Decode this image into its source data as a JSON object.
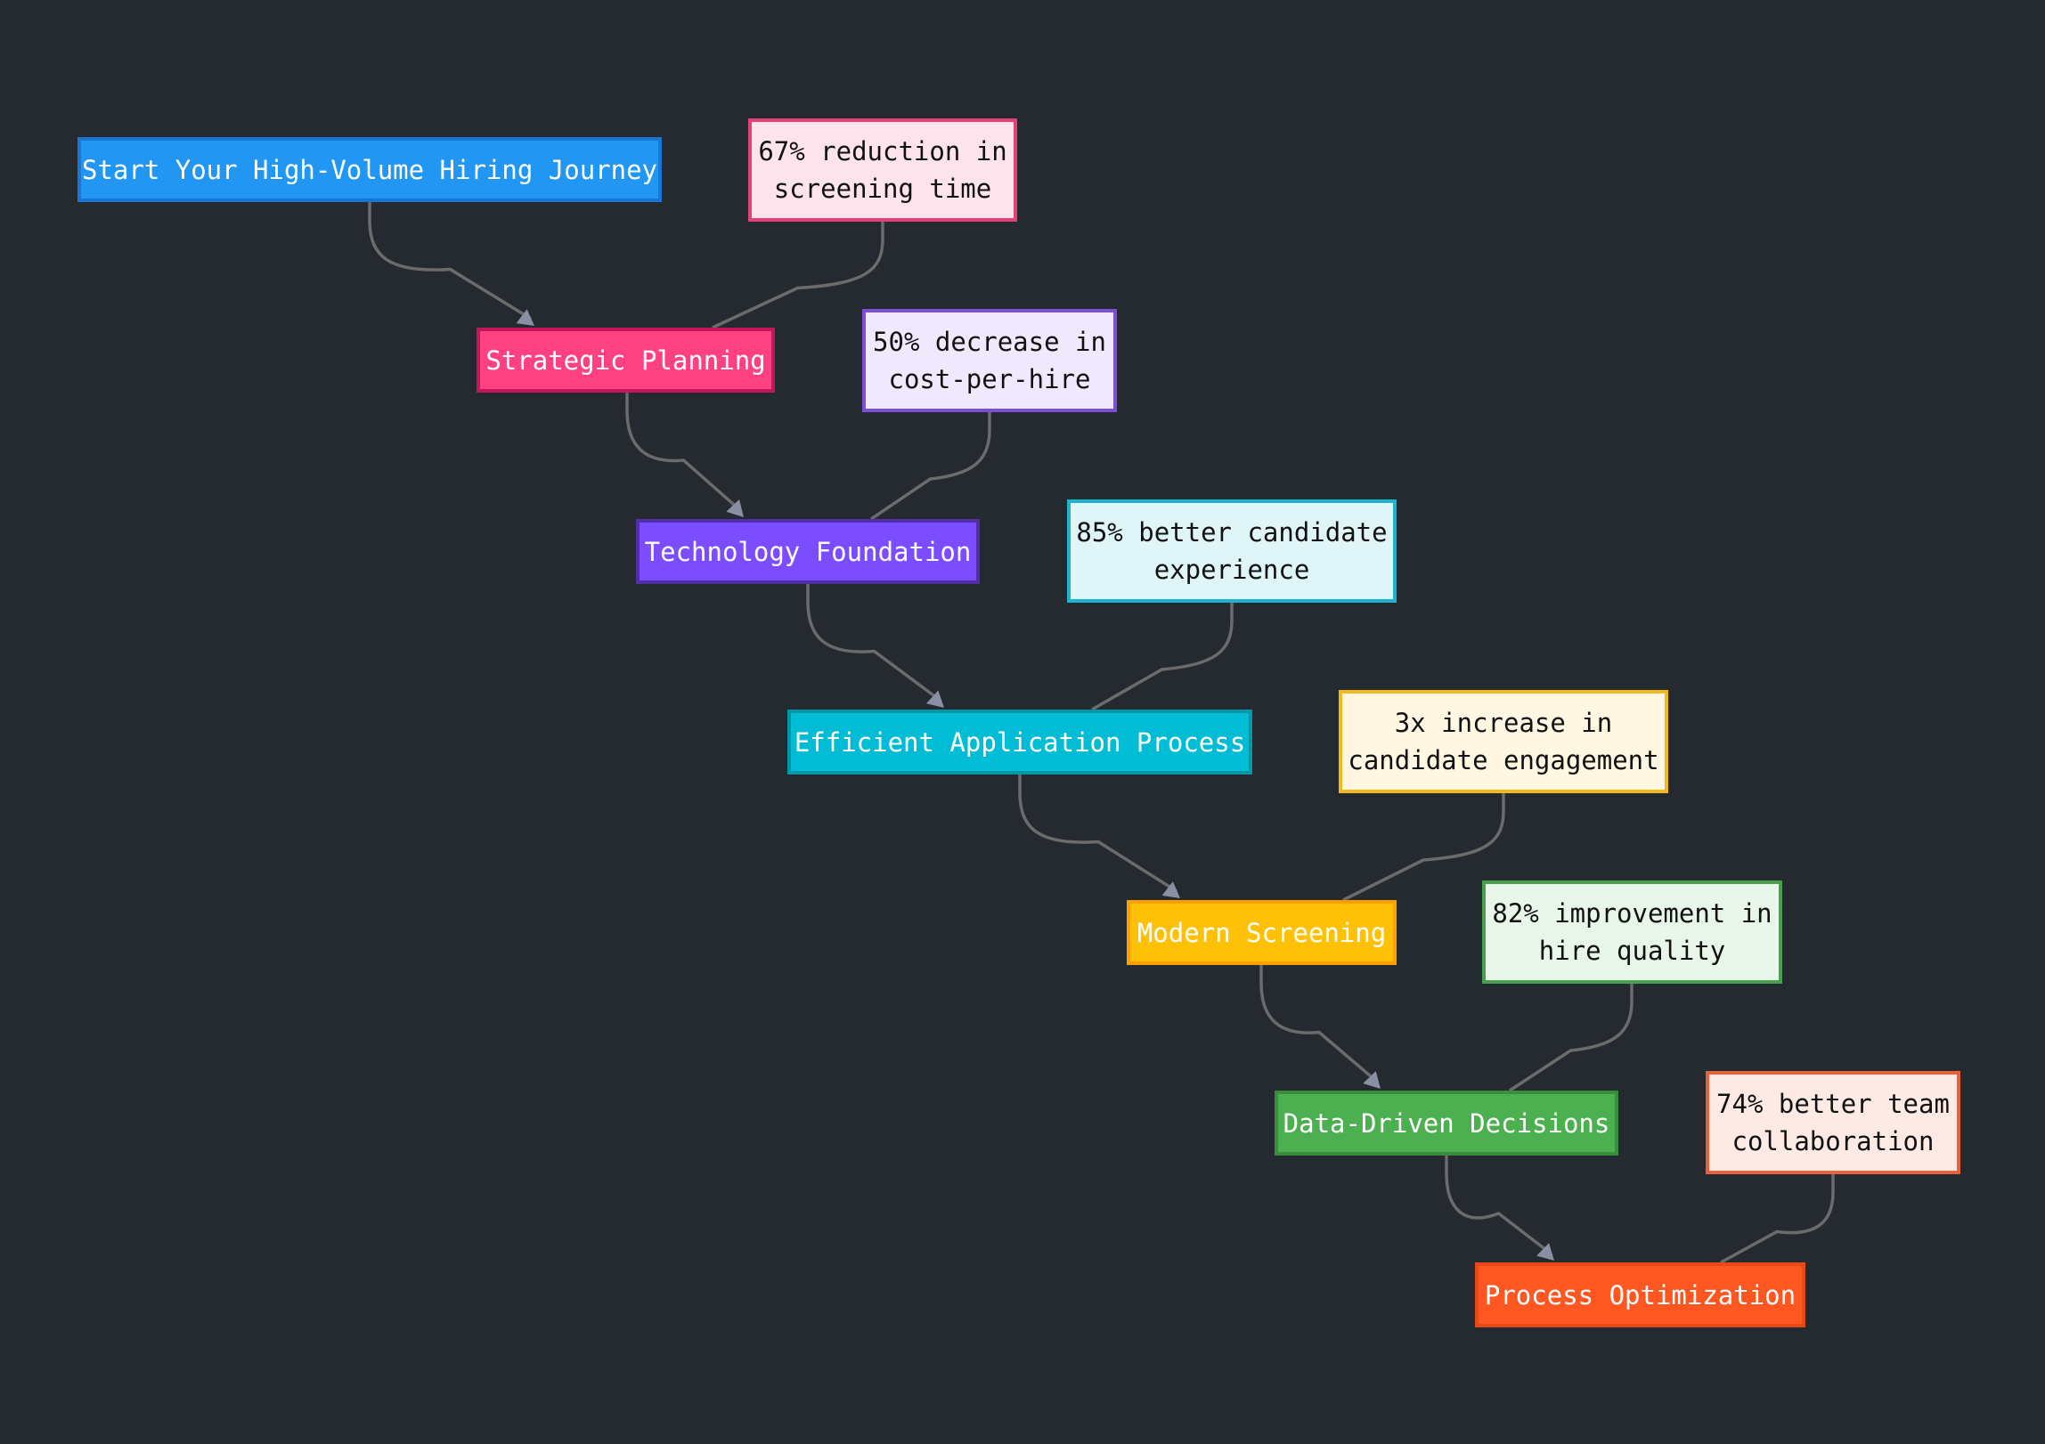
{
  "steps": [
    {
      "id": "start",
      "label": "Start Your High-Volume Hiring Journey",
      "fill": "#2196f3",
      "border": "#1976d2"
    },
    {
      "id": "strategic",
      "label": "Strategic Planning",
      "fill": "#ff4081",
      "border": "#c2185b"
    },
    {
      "id": "technology",
      "label": "Technology Foundation",
      "fill": "#7c4dff",
      "border": "#512da8"
    },
    {
      "id": "application",
      "label": "Efficient Application Process",
      "fill": "#00bcd4",
      "border": "#0097a7"
    },
    {
      "id": "screening",
      "label": "Modern Screening",
      "fill": "#ffc107",
      "border": "#ffa000"
    },
    {
      "id": "data",
      "label": "Data-Driven Decisions",
      "fill": "#4caf50",
      "border": "#388e3c"
    },
    {
      "id": "optimization",
      "label": "Process Optimization",
      "fill": "#ff5722",
      "border": "#e64a19"
    }
  ],
  "notes": [
    {
      "id": "n1",
      "label": "67% reduction in\nscreening time",
      "fill": "#fde4ec",
      "border": "#e4407a"
    },
    {
      "id": "n2",
      "label": "50% decrease in\ncost-per-hire",
      "fill": "#f0e8fd",
      "border": "#7b4fd6"
    },
    {
      "id": "n3",
      "label": "85% better candidate\nexperience",
      "fill": "#e0f5f7",
      "border": "#1eb3cc"
    },
    {
      "id": "n4",
      "label": "3x increase in\ncandidate engagement",
      "fill": "#fff7e1",
      "border": "#f3b91a"
    },
    {
      "id": "n5",
      "label": "82% improvement in\nhire quality",
      "fill": "#e8f5e9",
      "border": "#4a9f4e"
    },
    {
      "id": "n6",
      "label": "74% better team\ncollaboration",
      "fill": "#fdeae5",
      "border": "#e8613a"
    }
  ],
  "colors": {
    "background": "#252a31",
    "edge": "#6b6b6b",
    "arrowhead": "#8a8fa3"
  }
}
